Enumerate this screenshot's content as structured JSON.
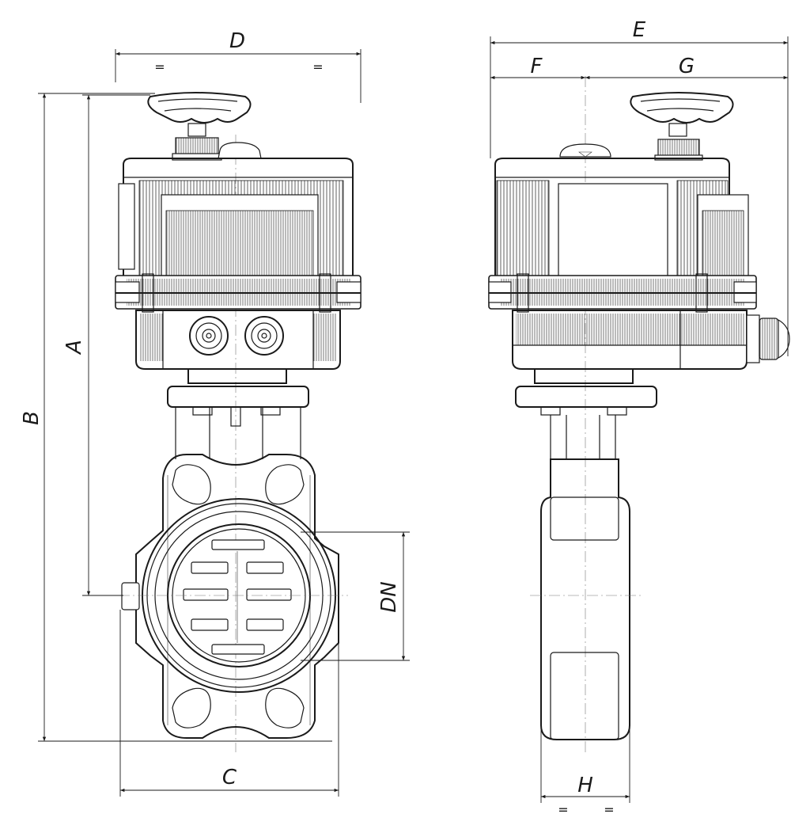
{
  "dimensions": {
    "A": "A",
    "B": "B",
    "C": "C",
    "D": "D",
    "DN": "DN",
    "E": "E",
    "F": "F",
    "G": "G",
    "H": "H"
  },
  "marks": {
    "equal": "="
  }
}
